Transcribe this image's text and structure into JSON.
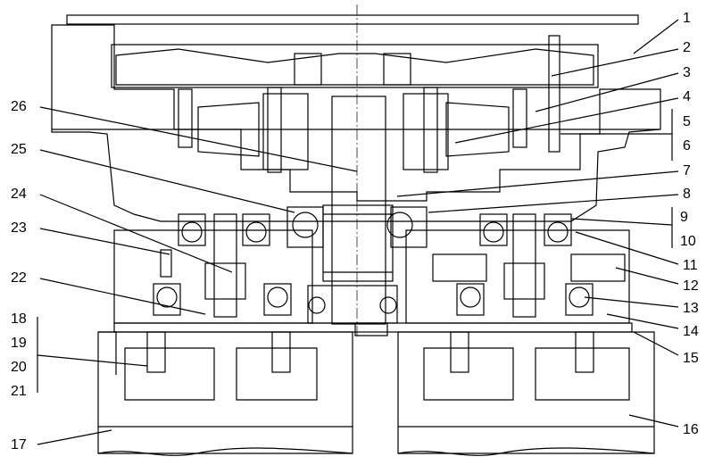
{
  "labels": [
    "1",
    "2",
    "3",
    "4",
    "5",
    "6",
    "7",
    "8",
    "9",
    "10",
    "11",
    "12",
    "13",
    "14",
    "15",
    "16",
    "17",
    "18",
    "19",
    "20",
    "21",
    "22",
    "23",
    "24",
    "25",
    "26"
  ],
  "colors": {
    "ink": "#000000",
    "paper": "#ffffff"
  }
}
